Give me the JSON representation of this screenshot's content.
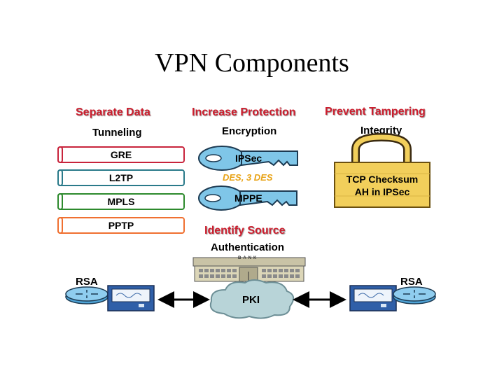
{
  "title": "VPN Components",
  "columns": {
    "separate": {
      "heading": "Separate Data",
      "subheading": "Tunneling"
    },
    "increase": {
      "heading": "Increase Protection",
      "subheading": "Encryption"
    },
    "prevent": {
      "heading": "Prevent Tampering",
      "subheading": "Integrity"
    }
  },
  "tunnels": [
    {
      "label": "GRE",
      "color": "#c8243c"
    },
    {
      "label": "L2TP",
      "color": "#2a7a8a"
    },
    {
      "label": "MPLS",
      "color": "#2d8a2d"
    },
    {
      "label": "PPTP",
      "color": "#f07030"
    }
  ],
  "encryption": {
    "key1": "IPSec",
    "algorithms": "DES, 3 DES",
    "key2": "MPPE"
  },
  "integrity": {
    "line1": "TCP Checksum",
    "line2": "AH in IPSec"
  },
  "identify": {
    "heading": "Identify Source",
    "subheading": "Authentication",
    "bank_sign": "BANK"
  },
  "bottom": {
    "left_label": "RSA",
    "right_label": "RSA",
    "cloud_label": "PKI"
  },
  "colors": {
    "heading": "#cc1e2e",
    "key": "#7fc6e8",
    "lock": "#f2cf5b",
    "cloud": "#b8d4d8"
  }
}
